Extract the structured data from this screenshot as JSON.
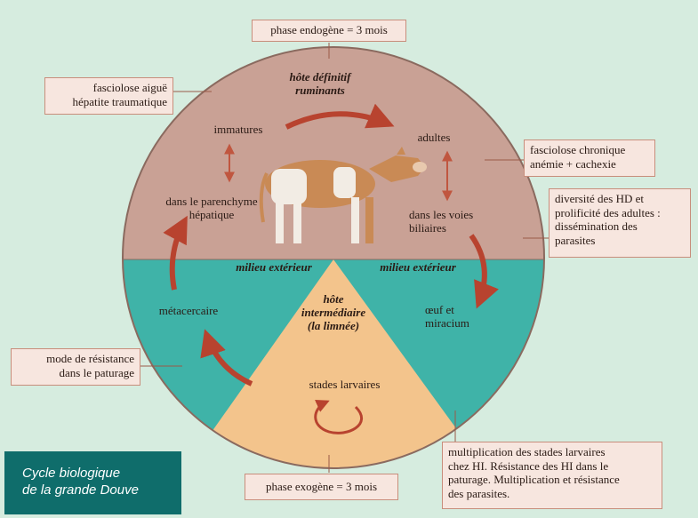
{
  "zones": {
    "definitive_host": [
      "hôte définitif",
      "ruminants"
    ],
    "external_left": "milieu extérieur",
    "external_right": "milieu extérieur",
    "intermediate_host": [
      "hôte",
      "intermédiaire",
      "(la limnée)"
    ]
  },
  "stages": {
    "immatures": "immatures",
    "adultes": "adultes",
    "parenchyme": [
      "dans le parenchyme",
      "hépatique"
    ],
    "voies_biliaires": [
      "dans les voies",
      "biliaires"
    ],
    "oeuf": [
      "œuf et",
      "miracium"
    ],
    "metacercaire": "métacercaire",
    "stades_larvaires": "stades larvaires"
  },
  "boxes": {
    "phase_endogene": "phase endogène  = 3 mois",
    "fasciolose_aigue": [
      "fasciolose aiguë",
      "hépatite traumatique"
    ],
    "fasciolose_chronique": [
      "fasciolose chronique",
      "anémie + cachexie"
    ],
    "dissemination": [
      "diversité des HD et",
      "prolificité des adultes :",
      "dissémination des",
      "parasites"
    ],
    "resistance": [
      "mode de résistance",
      "dans le paturage"
    ],
    "multiplication": [
      "multiplication des stades larvaires",
      "chez HI. Résistance des  HI dans le",
      "paturage. Multiplication et résistance",
      "des parasites."
    ],
    "phase_exogene": "phase exogène = 3 mois"
  },
  "title": [
    "Cycle biologique",
    "de la grande Douve"
  ],
  "colors": {
    "background": "#d6ecdf",
    "host_zone": "#c9a195",
    "environment_zone": "#3fb3a8",
    "intermediate_zone": "#f3c48c",
    "arrow": "#b8432f",
    "title_box": "#0f6d6b"
  }
}
